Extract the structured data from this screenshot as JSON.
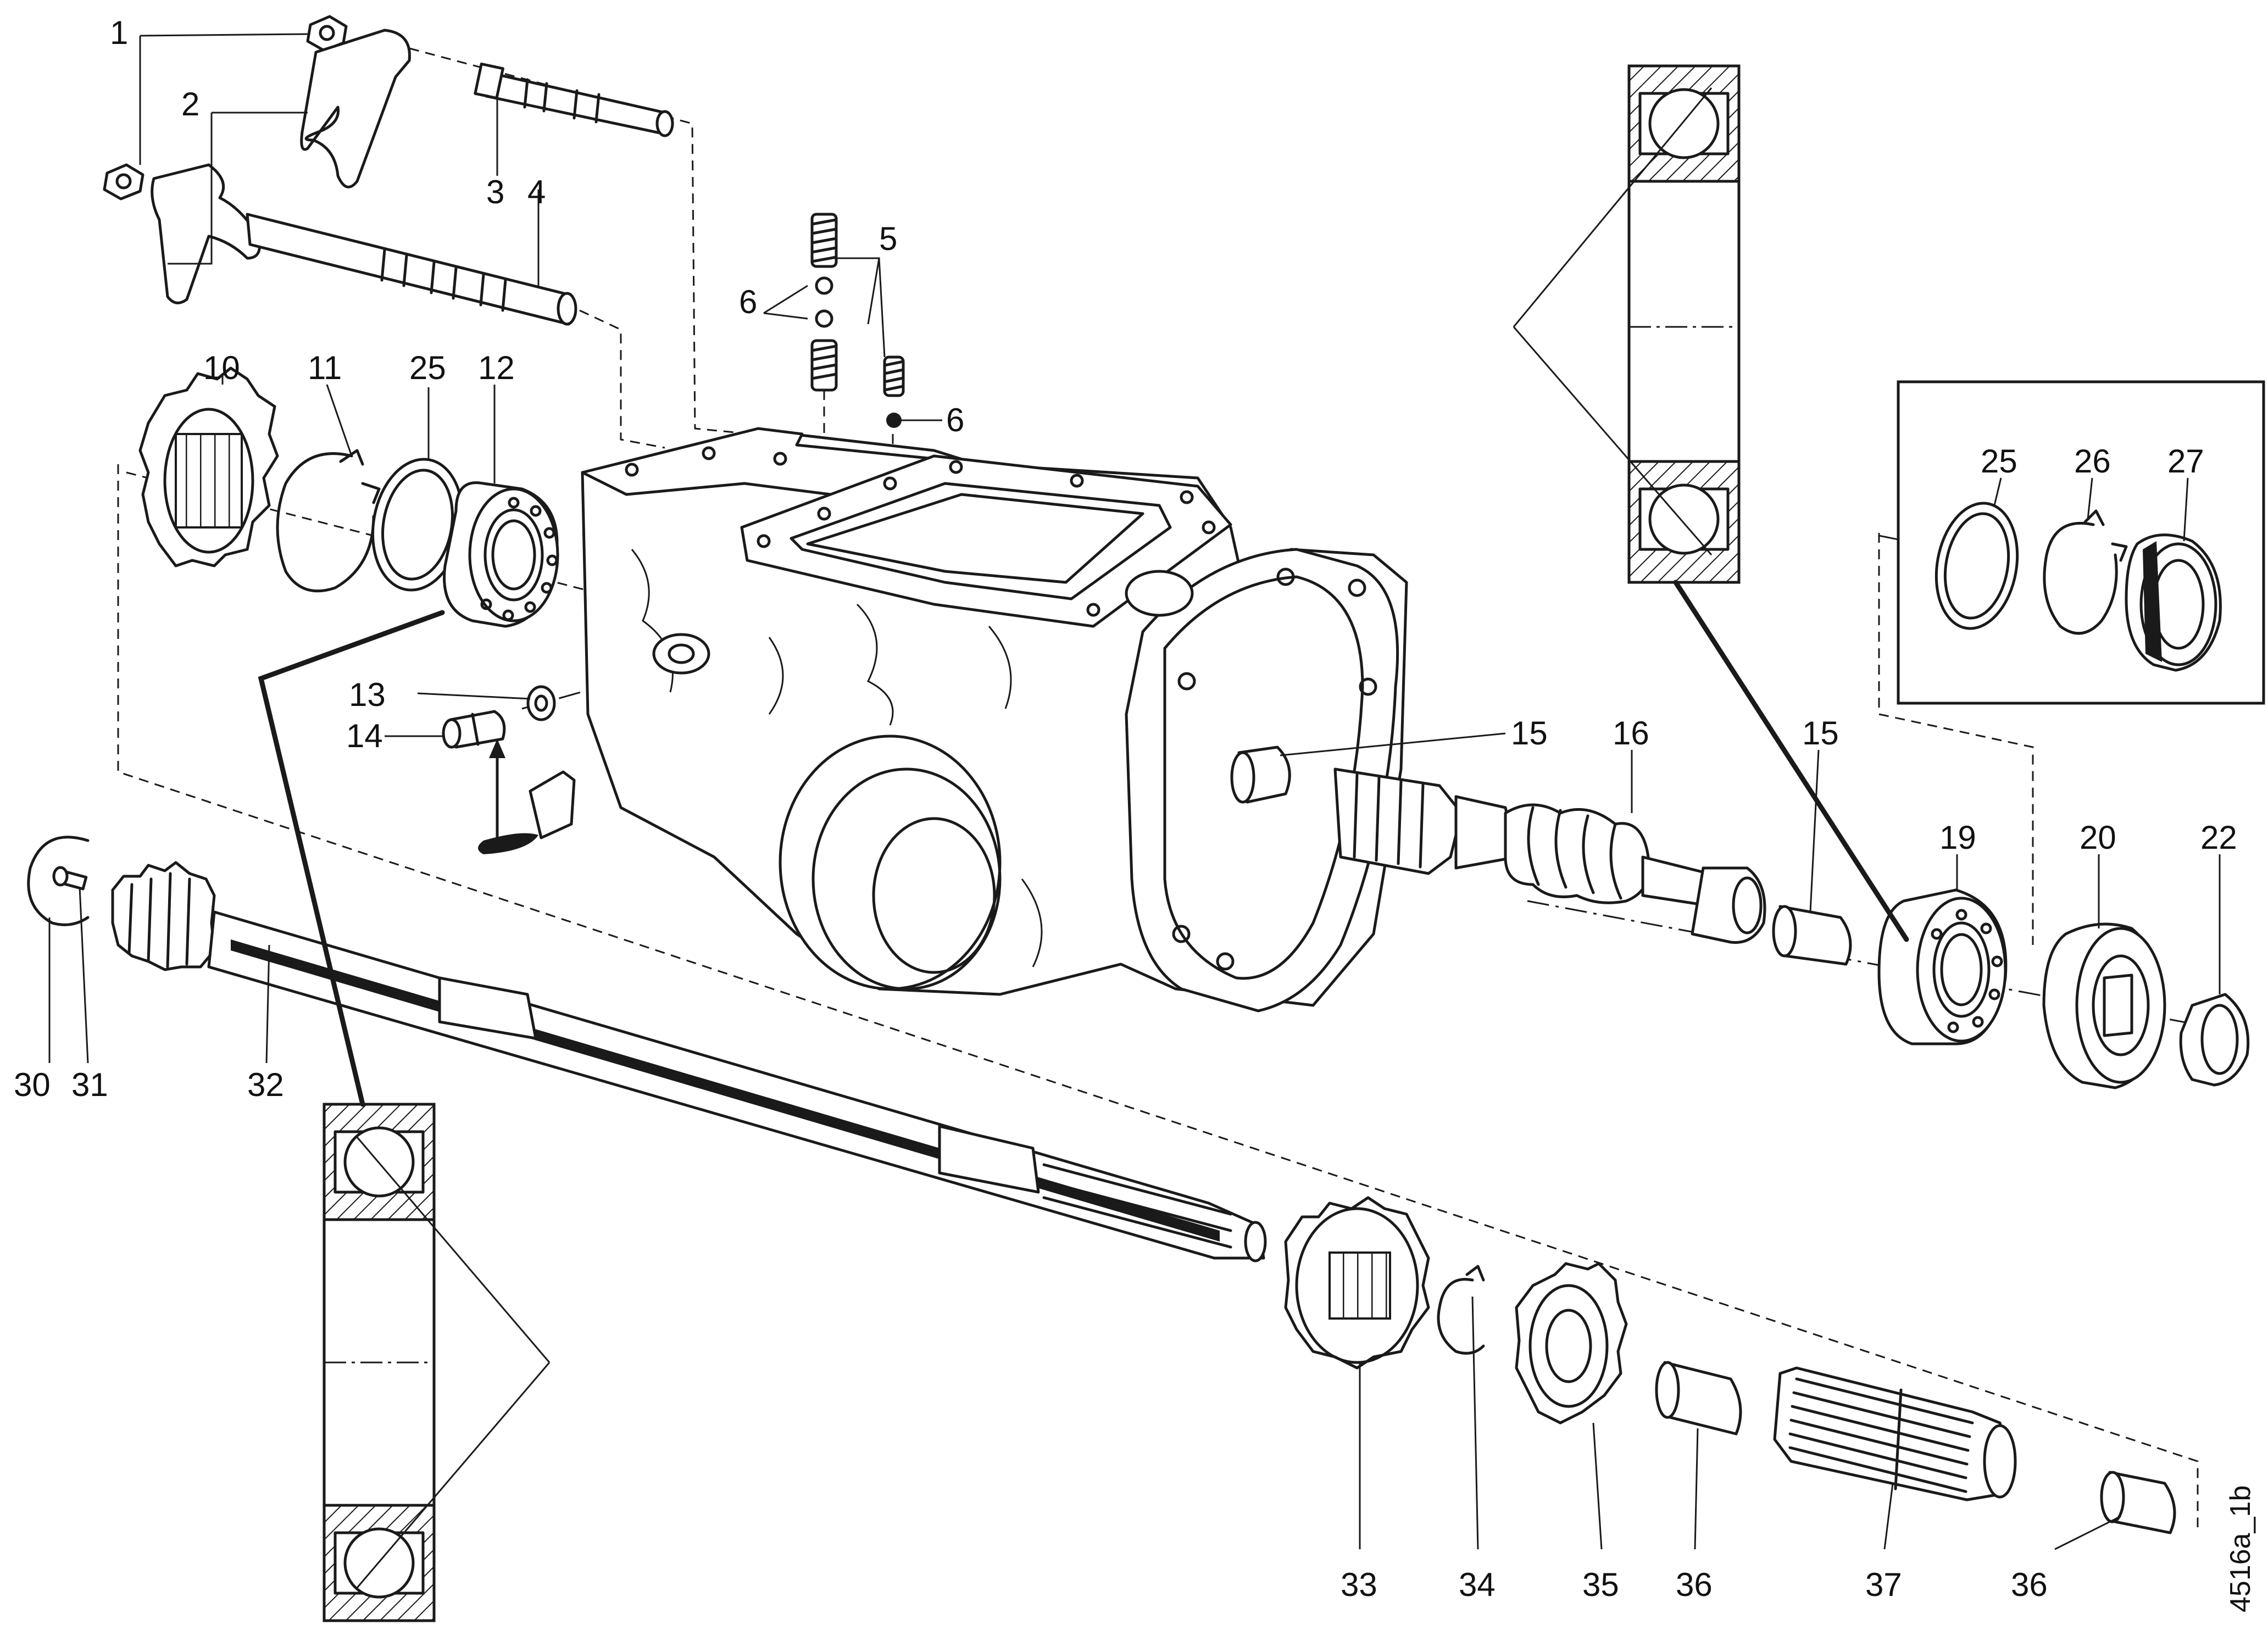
{
  "drawing_code": "4516a_1b",
  "callouts": [
    {
      "id": "c1",
      "text": "1"
    },
    {
      "id": "c2",
      "text": "2"
    },
    {
      "id": "c3",
      "text": "3"
    },
    {
      "id": "c4",
      "text": "4"
    },
    {
      "id": "c5",
      "text": "5"
    },
    {
      "id": "c6a",
      "text": "6"
    },
    {
      "id": "c6b",
      "text": "6"
    },
    {
      "id": "c10",
      "text": "10"
    },
    {
      "id": "c11",
      "text": "11"
    },
    {
      "id": "c25a",
      "text": "25"
    },
    {
      "id": "c12",
      "text": "12"
    },
    {
      "id": "c13",
      "text": "13"
    },
    {
      "id": "c14",
      "text": "14"
    },
    {
      "id": "c15a",
      "text": "15"
    },
    {
      "id": "c16",
      "text": "16"
    },
    {
      "id": "c15b",
      "text": "15"
    },
    {
      "id": "c19",
      "text": "19"
    },
    {
      "id": "c20",
      "text": "20"
    },
    {
      "id": "c22",
      "text": "22"
    },
    {
      "id": "c25b",
      "text": "25"
    },
    {
      "id": "c26",
      "text": "26"
    },
    {
      "id": "c27",
      "text": "27"
    },
    {
      "id": "c30",
      "text": "30"
    },
    {
      "id": "c31",
      "text": "31"
    },
    {
      "id": "c32",
      "text": "32"
    },
    {
      "id": "c33",
      "text": "33"
    },
    {
      "id": "c34",
      "text": "34"
    },
    {
      "id": "c35",
      "text": "35"
    },
    {
      "id": "c36a",
      "text": "36"
    },
    {
      "id": "c37",
      "text": "37"
    },
    {
      "id": "c36b",
      "text": "36"
    }
  ]
}
